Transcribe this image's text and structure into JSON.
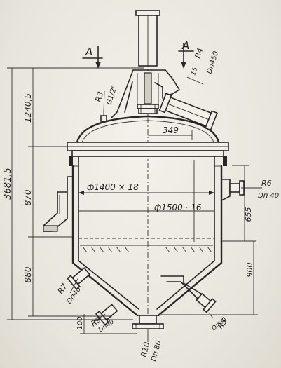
{
  "view_marks": {
    "left": "A",
    "right": "A"
  },
  "dimensions": {
    "overall_height": "3681,5",
    "top_section": "1240,5",
    "shell_height": "870",
    "bottom_section": "880",
    "jacket_height": "655",
    "jacket_bottom": "900",
    "span_349": "349",
    "inner_diameter": "ф1400 × 18",
    "jacket_diameter": "ф1500 · 16",
    "bottom_nozzle_gap": "100"
  },
  "nozzles": {
    "r3": {
      "name": "R3",
      "size": "G1/2\""
    },
    "r4": {
      "name": "R4",
      "size": "Dп450"
    },
    "r4_alt": "15",
    "r6": {
      "name": "R6",
      "size": "Dп 40"
    },
    "r7": {
      "name": "R7",
      "size": "Dп40"
    },
    "r9": {
      "name": "R9",
      "size": "Dп40"
    },
    "r5": {
      "name": "R5",
      "size": "Dп20"
    },
    "r10": {
      "name": "R10",
      "size": "Dп 80"
    }
  }
}
